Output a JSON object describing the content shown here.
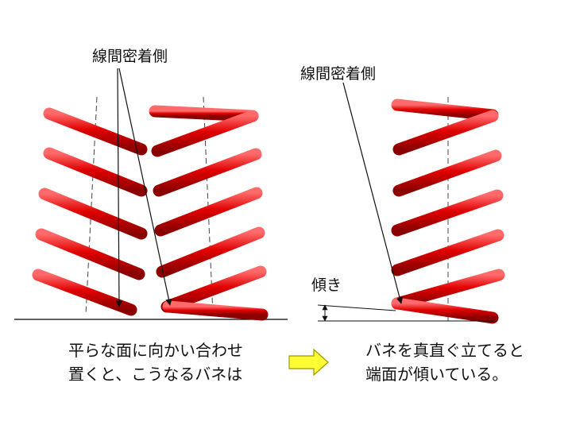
{
  "left_label": "線間密着側",
  "right_label": "線間密着側",
  "tilt_label": "傾き",
  "caption_left": [
    "平らな面に向かい合わせ",
    "置くと、こうなるバネは"
  ],
  "caption_right": [
    "バネを真直ぐ立てると",
    "端面が傾いている。"
  ],
  "colors": {
    "coil": "#d40000",
    "coil_dark": "#8a0000",
    "coil_light": "#ff5a5a",
    "arrow_fill": "#ffff33",
    "arrow_stroke": "#999900"
  },
  "icons": [
    "right-arrow-icon"
  ]
}
